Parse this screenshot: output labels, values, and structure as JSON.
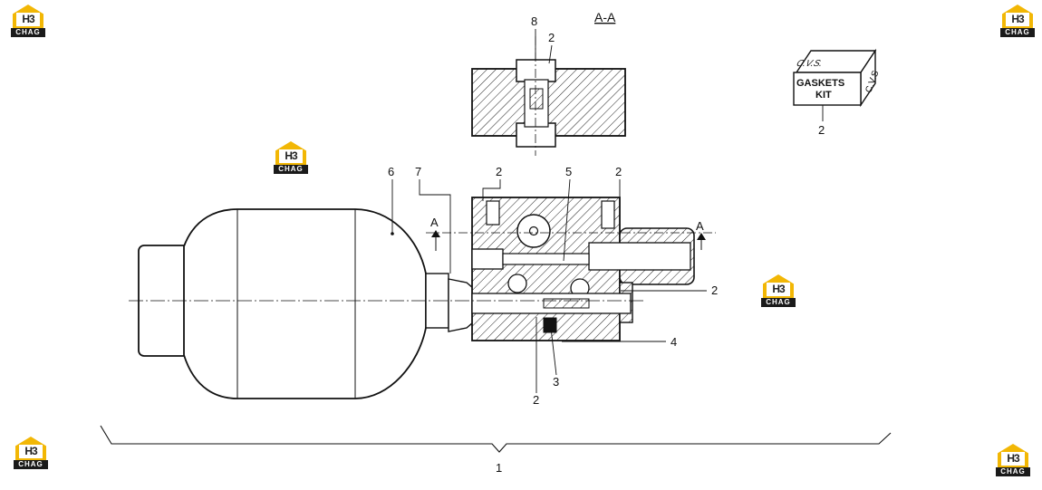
{
  "section": {
    "title": "A-A",
    "cut_left": "A",
    "cut_right": "A"
  },
  "callouts": {
    "c1": "1",
    "c2a": "2",
    "c2b": "2",
    "c2c": "2",
    "c2d": "2",
    "c2e": "2",
    "c2f": "2",
    "c3": "3",
    "c4": "4",
    "c5": "5",
    "c6": "6",
    "c7": "7",
    "c8": "8"
  },
  "kit": {
    "label_line1": "GASKETS",
    "label_line2": "KIT",
    "brand_top": "C.V.S.",
    "brand_side": "C.V.S"
  },
  "watermark": {
    "top": "H3",
    "bottom": "CHAG"
  }
}
